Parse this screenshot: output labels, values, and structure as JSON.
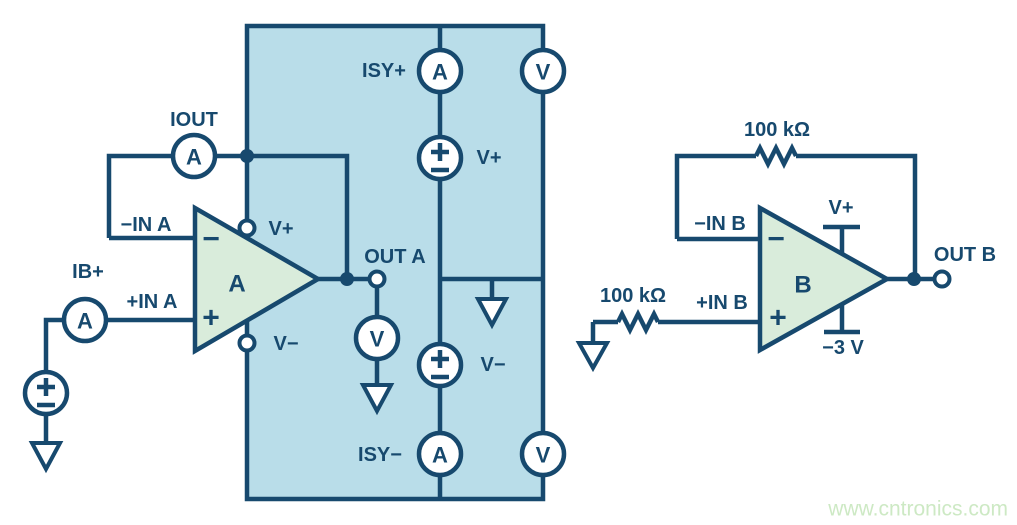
{
  "colors": {
    "line": "#17496e",
    "box-fill": "#b9dde9",
    "opamp-fill": "#d9ecdb",
    "watermark": "#cde9c4",
    "background": "#ffffff"
  },
  "watermark": "www.cntronics.com",
  "circuit_a": {
    "labels": {
      "iout": "IOUT",
      "ib_plus": "IB+",
      "neg_in": "−IN A",
      "pos_in": "+IN A",
      "pin_v_plus": "V+",
      "pin_v_minus": "V−",
      "out": "OUT A",
      "amp_name": "A",
      "amp_minus": "−",
      "amp_plus": "+",
      "isy_plus": "ISY+",
      "isy_minus": "ISY−",
      "supply_v_plus": "V+",
      "supply_v_minus": "V−"
    },
    "meters": {
      "iout_ammeter": "A",
      "ib_ammeter": "A",
      "isy_plus_ammeter": "A",
      "isy_minus_ammeter": "A",
      "out_voltmeter": "V",
      "top_rail_voltmeter": "V",
      "bottom_rail_voltmeter": "V"
    }
  },
  "circuit_b": {
    "labels": {
      "feedback_resistor": "100 kΩ",
      "input_resistor": "100 kΩ",
      "neg_in": "−IN B",
      "pos_in": "+IN B",
      "out": "OUT B",
      "amp_name": "B",
      "amp_minus": "−",
      "amp_plus": "+",
      "supply_pos": "V+",
      "supply_neg": "−3 V"
    }
  }
}
